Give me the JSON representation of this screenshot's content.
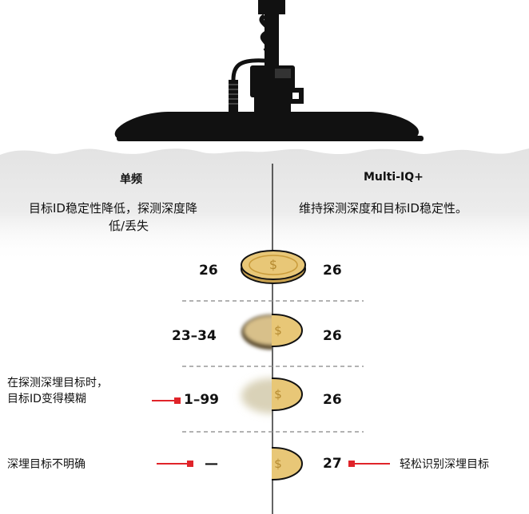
{
  "left_column": {
    "title": "单频",
    "description_line1": "目标ID稳定性降低，探测深度降",
    "description_line2": "低/丢失"
  },
  "right_column": {
    "title": "Multi-IQ+",
    "description": "维持探测深度和目标ID稳定性。"
  },
  "rows": [
    {
      "left_value": "26",
      "right_value": "26"
    },
    {
      "left_value": "23–34",
      "right_value": "26"
    },
    {
      "left_value": "1–99",
      "right_value": "26"
    },
    {
      "left_value": "—",
      "right_value": "27"
    }
  ],
  "callouts": {
    "blurred_line1": "在探测深埋目标时，",
    "blurred_line2": "目标ID变得模糊",
    "unclear": "深埋目标不明确",
    "easy": "轻松识别深埋目标"
  },
  "colors": {
    "ground": "#e6e6e6",
    "coin": "#e8c777",
    "coin_edge": "#1a1a1a",
    "marker": "#e0242a",
    "detector": "#111111"
  },
  "icons": {
    "detector": "metal-detector-coil-icon",
    "coin": "gold-coin-icon"
  }
}
